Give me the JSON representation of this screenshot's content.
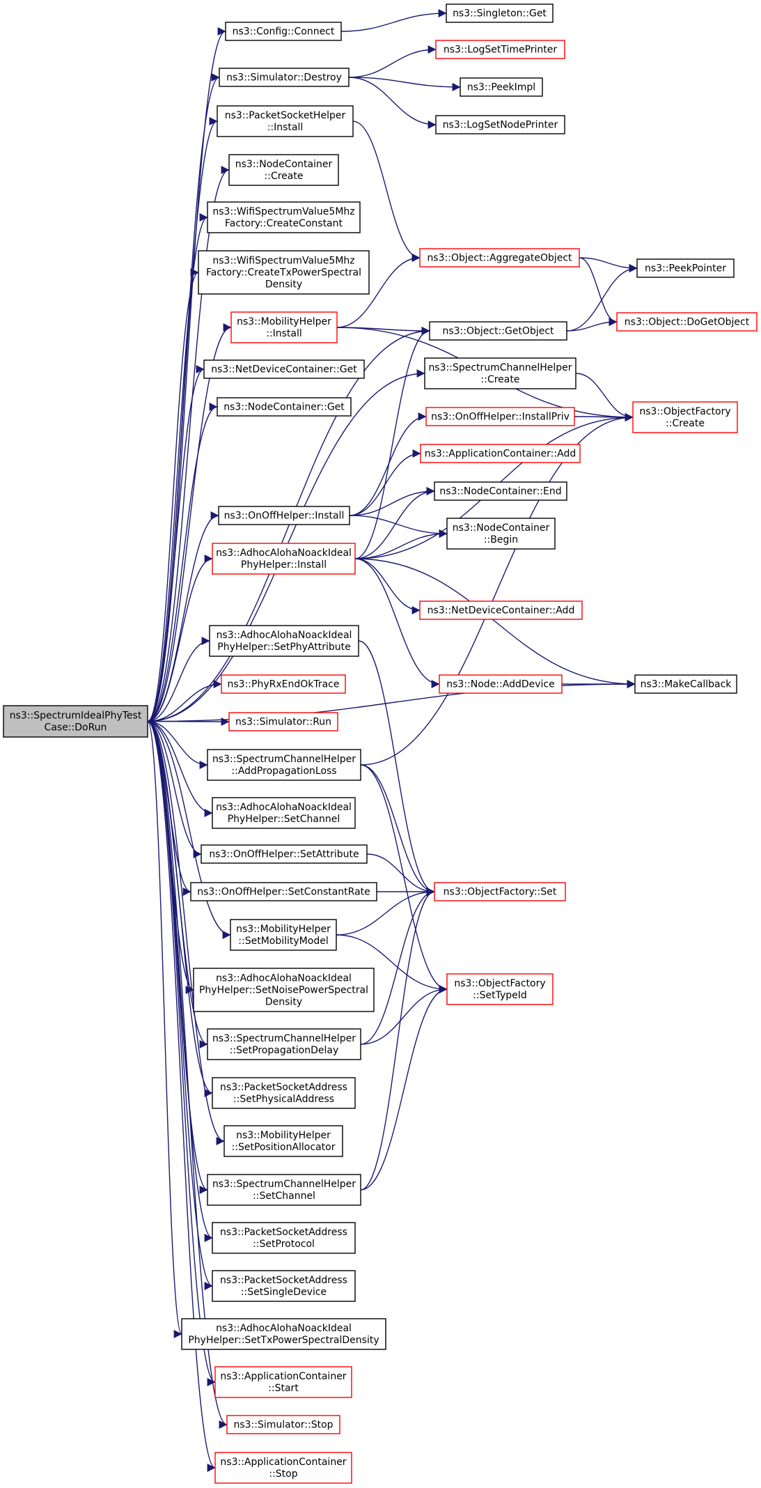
{
  "diagram": {
    "edge_color": "#191970",
    "node_border_default": "#000000",
    "node_border_incomplete": "#ff0000",
    "root_fill": "#bfbfbf",
    "nodes": [
      {
        "id": "root",
        "lines": [
          "ns3::SpectrumIdealPhyTest",
          "Case::DoRun"
        ],
        "border": "root"
      },
      {
        "id": "cfgconnect",
        "lines": [
          "ns3::Config::Connect"
        ],
        "border": "black"
      },
      {
        "id": "singleton",
        "lines": [
          "ns3::Singleton::Get"
        ],
        "border": "black"
      },
      {
        "id": "simdestroy",
        "lines": [
          "ns3::Simulator::Destroy"
        ],
        "border": "black"
      },
      {
        "id": "logtime",
        "lines": [
          "ns3::LogSetTimePrinter"
        ],
        "border": "red"
      },
      {
        "id": "peekimpl",
        "lines": [
          "ns3::PeekImpl"
        ],
        "border": "black"
      },
      {
        "id": "lognode",
        "lines": [
          "ns3::LogSetNodePrinter"
        ],
        "border": "black"
      },
      {
        "id": "pshinstall",
        "lines": [
          "ns3::PacketSocketHelper",
          "::Install"
        ],
        "border": "black"
      },
      {
        "id": "nccreate",
        "lines": [
          "ns3::NodeContainer",
          "::Create"
        ],
        "border": "black"
      },
      {
        "id": "wifiConst",
        "lines": [
          "ns3::WifiSpectrumValue5Mhz",
          "Factory::CreateConstant"
        ],
        "border": "black"
      },
      {
        "id": "wifiTx",
        "lines": [
          "ns3::WifiSpectrumValue5Mhz",
          "Factory::CreateTxPowerSpectral",
          "Density"
        ],
        "border": "black"
      },
      {
        "id": "aggregate",
        "lines": [
          "ns3::Object::AggregateObject"
        ],
        "border": "red"
      },
      {
        "id": "peekptr",
        "lines": [
          "ns3::PeekPointer"
        ],
        "border": "black"
      },
      {
        "id": "mobinstall",
        "lines": [
          "ns3::MobilityHelper",
          "::Install"
        ],
        "border": "red"
      },
      {
        "id": "getobject",
        "lines": [
          "ns3::Object::GetObject"
        ],
        "border": "black"
      },
      {
        "id": "dogetobject",
        "lines": [
          "ns3::Object::DoGetObject"
        ],
        "border": "red"
      },
      {
        "id": "ndcget",
        "lines": [
          "ns3::NetDeviceContainer::Get"
        ],
        "border": "black"
      },
      {
        "id": "sch_create",
        "lines": [
          "ns3::SpectrumChannelHelper",
          "::Create"
        ],
        "border": "black"
      },
      {
        "id": "ncget",
        "lines": [
          "ns3::NodeContainer::Get"
        ],
        "border": "black"
      },
      {
        "id": "installpriv",
        "lines": [
          "ns3::OnOffHelper::InstallPriv"
        ],
        "border": "red"
      },
      {
        "id": "ofcreate",
        "lines": [
          "ns3::ObjectFactory",
          "::Create"
        ],
        "border": "red"
      },
      {
        "id": "appadd",
        "lines": [
          "ns3::ApplicationContainer::Add"
        ],
        "border": "red"
      },
      {
        "id": "ncend",
        "lines": [
          "ns3::NodeContainer::End"
        ],
        "border": "black"
      },
      {
        "id": "onoffinstall",
        "lines": [
          "ns3::OnOffHelper::Install"
        ],
        "border": "black"
      },
      {
        "id": "ncbegin",
        "lines": [
          "ns3::NodeContainer",
          "::Begin"
        ],
        "border": "black"
      },
      {
        "id": "adhocinstall",
        "lines": [
          "ns3::AdhocAlohaNoackIdeal",
          "PhyHelper::Install"
        ],
        "border": "red"
      },
      {
        "id": "ndcadd",
        "lines": [
          "ns3::NetDeviceContainer::Add"
        ],
        "border": "red"
      },
      {
        "id": "adhocsetphy",
        "lines": [
          "ns3::AdhocAlohaNoackIdeal",
          "PhyHelper::SetPhyAttribute"
        ],
        "border": "black"
      },
      {
        "id": "nodeadddev",
        "lines": [
          "ns3::Node::AddDevice"
        ],
        "border": "red"
      },
      {
        "id": "makecallback",
        "lines": [
          "ns3::MakeCallback"
        ],
        "border": "black"
      },
      {
        "id": "phyrx",
        "lines": [
          "ns3::PhyRxEndOkTrace"
        ],
        "border": "red"
      },
      {
        "id": "simrun",
        "lines": [
          "ns3::Simulator::Run"
        ],
        "border": "red"
      },
      {
        "id": "schaddprop",
        "lines": [
          "ns3::SpectrumChannelHelper",
          "::AddPropagationLoss"
        ],
        "border": "black"
      },
      {
        "id": "adhocsetch",
        "lines": [
          "ns3::AdhocAlohaNoackIdeal",
          "PhyHelper::SetChannel"
        ],
        "border": "black"
      },
      {
        "id": "onoffsetattr",
        "lines": [
          "ns3::OnOffHelper::SetAttribute"
        ],
        "border": "black"
      },
      {
        "id": "onoffsetrate",
        "lines": [
          "ns3::OnOffHelper::SetConstantRate"
        ],
        "border": "black"
      },
      {
        "id": "ofset",
        "lines": [
          "ns3::ObjectFactory::Set"
        ],
        "border": "red"
      },
      {
        "id": "mobsetmodel",
        "lines": [
          "ns3::MobilityHelper",
          "::SetMobilityModel"
        ],
        "border": "black"
      },
      {
        "id": "adhocsetnoise",
        "lines": [
          "ns3::AdhocAlohaNoackIdeal",
          "PhyHelper::SetNoisePowerSpectral",
          "Density"
        ],
        "border": "black"
      },
      {
        "id": "ofsettype",
        "lines": [
          "ns3::ObjectFactory",
          "::SetTypeId"
        ],
        "border": "red"
      },
      {
        "id": "schsetdelay",
        "lines": [
          "ns3::SpectrumChannelHelper",
          "::SetPropagationDelay"
        ],
        "border": "black"
      },
      {
        "id": "psasetphys",
        "lines": [
          "ns3::PacketSocketAddress",
          "::SetPhysicalAddress"
        ],
        "border": "black"
      },
      {
        "id": "mobsetpos",
        "lines": [
          "ns3::MobilityHelper",
          "::SetPositionAllocator"
        ],
        "border": "black"
      },
      {
        "id": "schsetch",
        "lines": [
          "ns3::SpectrumChannelHelper",
          "::SetChannel"
        ],
        "border": "black"
      },
      {
        "id": "psasetproto",
        "lines": [
          "ns3::PacketSocketAddress",
          "::SetProtocol"
        ],
        "border": "black"
      },
      {
        "id": "psasetsingle",
        "lines": [
          "ns3::PacketSocketAddress",
          "::SetSingleDevice"
        ],
        "border": "black"
      },
      {
        "id": "adhocsettx",
        "lines": [
          "ns3::AdhocAlohaNoackIdeal",
          "PhyHelper::SetTxPowerSpectralDensity"
        ],
        "border": "black"
      },
      {
        "id": "appstart",
        "lines": [
          "ns3::ApplicationContainer",
          "::Start"
        ],
        "border": "red"
      },
      {
        "id": "simstop",
        "lines": [
          "ns3::Simulator::Stop"
        ],
        "border": "red"
      },
      {
        "id": "appstop",
        "lines": [
          "ns3::ApplicationContainer",
          "::Stop"
        ],
        "border": "red"
      }
    ],
    "edges": [
      [
        "root",
        "cfgconnect"
      ],
      [
        "root",
        "simdestroy"
      ],
      [
        "root",
        "pshinstall"
      ],
      [
        "root",
        "nccreate"
      ],
      [
        "root",
        "wifiConst"
      ],
      [
        "root",
        "wifiTx"
      ],
      [
        "root",
        "mobinstall"
      ],
      [
        "root",
        "ndcget"
      ],
      [
        "root",
        "ncget"
      ],
      [
        "root",
        "getobject"
      ],
      [
        "root",
        "sch_create"
      ],
      [
        "root",
        "onoffinstall"
      ],
      [
        "root",
        "adhocinstall"
      ],
      [
        "root",
        "adhocsetphy"
      ],
      [
        "root",
        "makecallback"
      ],
      [
        "root",
        "phyrx"
      ],
      [
        "root",
        "simrun"
      ],
      [
        "root",
        "schaddprop"
      ],
      [
        "root",
        "adhocsetch"
      ],
      [
        "root",
        "onoffsetattr"
      ],
      [
        "root",
        "onoffsetrate"
      ],
      [
        "root",
        "mobsetmodel"
      ],
      [
        "root",
        "adhocsetnoise"
      ],
      [
        "root",
        "schsetdelay"
      ],
      [
        "root",
        "psasetphys"
      ],
      [
        "root",
        "mobsetpos"
      ],
      [
        "root",
        "schsetch"
      ],
      [
        "root",
        "psasetproto"
      ],
      [
        "root",
        "psasetsingle"
      ],
      [
        "root",
        "adhocsettx"
      ],
      [
        "root",
        "appstart"
      ],
      [
        "root",
        "simstop"
      ],
      [
        "root",
        "appstop"
      ],
      [
        "cfgconnect",
        "singleton"
      ],
      [
        "simdestroy",
        "logtime"
      ],
      [
        "simdestroy",
        "peekimpl"
      ],
      [
        "simdestroy",
        "lognode"
      ],
      [
        "pshinstall",
        "aggregate"
      ],
      [
        "aggregate",
        "peekptr"
      ],
      [
        "aggregate",
        "dogetobject"
      ],
      [
        "mobinstall",
        "aggregate"
      ],
      [
        "mobinstall",
        "getobject"
      ],
      [
        "mobinstall",
        "ofcreate"
      ],
      [
        "getobject",
        "peekptr"
      ],
      [
        "getobject",
        "dogetobject"
      ],
      [
        "sch_create",
        "ofcreate"
      ],
      [
        "installpriv",
        "ofcreate"
      ],
      [
        "onoffinstall",
        "installpriv"
      ],
      [
        "onoffinstall",
        "appadd"
      ],
      [
        "onoffinstall",
        "ncend"
      ],
      [
        "onoffinstall",
        "ncbegin"
      ],
      [
        "adhocinstall",
        "getobject"
      ],
      [
        "adhocinstall",
        "ncend"
      ],
      [
        "adhocinstall",
        "ncbegin"
      ],
      [
        "adhocinstall",
        "ofcreate"
      ],
      [
        "adhocinstall",
        "ndcadd"
      ],
      [
        "adhocinstall",
        "nodeadddev"
      ],
      [
        "adhocinstall",
        "makecallback"
      ],
      [
        "nodeadddev",
        "makecallback"
      ],
      [
        "adhocsetphy",
        "ofset"
      ],
      [
        "schaddprop",
        "ofcreate"
      ],
      [
        "schaddprop",
        "ofset"
      ],
      [
        "schaddprop",
        "ofsettype"
      ],
      [
        "onoffsetattr",
        "ofset"
      ],
      [
        "onoffsetrate",
        "ofset"
      ],
      [
        "mobsetmodel",
        "ofset"
      ],
      [
        "mobsetmodel",
        "ofsettype"
      ],
      [
        "schsetdelay",
        "ofset"
      ],
      [
        "schsetdelay",
        "ofsettype"
      ],
      [
        "schsetch",
        "ofset"
      ],
      [
        "schsetch",
        "ofsettype"
      ]
    ]
  }
}
